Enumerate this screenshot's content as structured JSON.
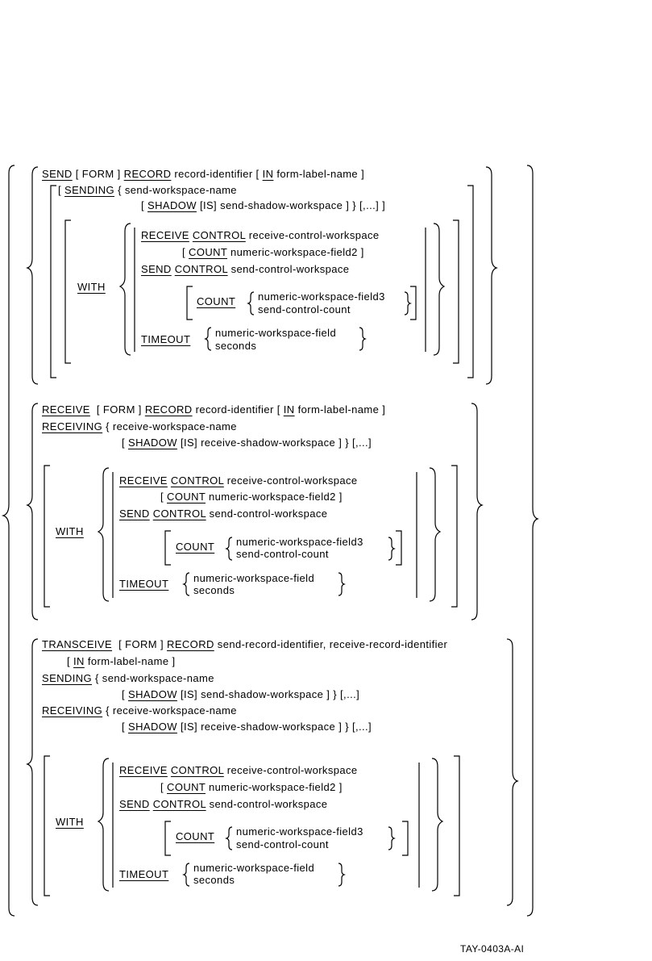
{
  "send": {
    "l1": {
      "kw_send": "SEND",
      "form": " [ FORM ] ",
      "kw_record": "RECORD",
      "rid": " record-identifier [ ",
      "kw_in": "IN",
      "fln": " form-label-name ]"
    },
    "l2": {
      "open": "[ ",
      "kw_sending": "SENDING",
      "rest": " { send-workspace-name"
    },
    "l3": {
      "open": "[ ",
      "kw_shadow": "SHADOW",
      "rest": " [IS] send-shadow-workspace ] } [,...] ]"
    },
    "l4": {
      "kw_receive": "RECEIVE",
      "kw_control": "CONTROL",
      "rest": " receive-control-workspace"
    },
    "l5": {
      "open": "[ ",
      "kw_count": "COUNT",
      "rest": " numeric-workspace-field2 ]"
    },
    "l6": {
      "kw_send": "SEND",
      "kw_control": "CONTROL",
      "rest": " send-control-workspace"
    },
    "with": "WITH",
    "count": {
      "kw": "COUNT",
      "opt1": "numeric-workspace-field3",
      "opt2": "send-control-count"
    },
    "timeout": {
      "kw": "TIMEOUT",
      "opt1": "numeric-workspace-field",
      "opt2": "seconds"
    }
  },
  "receive": {
    "l1": {
      "kw_receive": "RECEIVE",
      "form": "  [ FORM ] ",
      "kw_record": "RECORD",
      "rid": " record-identifier [ ",
      "kw_in": "IN",
      "fln": " form-label-name ]"
    },
    "l2": {
      "kw_receiving": "RECEIVING",
      "rest": " { receive-workspace-name"
    },
    "l3": {
      "open": "[ ",
      "kw_shadow": "SHADOW",
      "rest": " [IS] receive-shadow-workspace ] } [,...]"
    },
    "l4": {
      "kw_receive": "RECEIVE",
      "kw_control": "CONTROL",
      "rest": " receive-control-workspace"
    },
    "l5": {
      "open": "[ ",
      "kw_count": "COUNT",
      "rest": " numeric-workspace-field2 ]"
    },
    "l6": {
      "kw_send": "SEND",
      "kw_control": "CONTROL",
      "rest": " send-control-workspace"
    },
    "with": "WITH",
    "count": {
      "kw": "COUNT",
      "opt1": "numeric-workspace-field3",
      "opt2": "send-control-count"
    },
    "timeout": {
      "kw": "TIMEOUT",
      "opt1": "numeric-workspace-field",
      "opt2": "seconds"
    }
  },
  "transceive": {
    "l1": {
      "kw_transceive": "TRANSCEIVE",
      "form": "  [ FORM ] ",
      "kw_record": "RECORD",
      "rest": " send-record-identifier, receive-record-identifier"
    },
    "l2": {
      "open": "[ ",
      "kw_in": "IN",
      "rest": " form-label-name ]"
    },
    "l3": {
      "kw_sending": "SENDING",
      "rest": " { send-workspace-name"
    },
    "l4": {
      "open": "[ ",
      "kw_shadow": "SHADOW",
      "rest": " [IS] send-shadow-workspace ] } [,...]"
    },
    "l5": {
      "kw_receiving": "RECEIVING",
      "rest": " { receive-workspace-name"
    },
    "l6": {
      "open": "[ ",
      "kw_shadow": "SHADOW",
      "rest": " [IS] receive-shadow-workspace ] } [,...]"
    },
    "l7": {
      "kw_receive": "RECEIVE",
      "kw_control": "CONTROL",
      "rest": " receive-control-workspace"
    },
    "l8": {
      "open": "[ ",
      "kw_count": "COUNT",
      "rest": " numeric-workspace-field2 ]"
    },
    "l9": {
      "kw_send": "SEND",
      "kw_control": "CONTROL",
      "rest": " send-control-workspace"
    },
    "with": "WITH",
    "count": {
      "kw": "COUNT",
      "opt1": "numeric-workspace-field3",
      "opt2": "send-control-count"
    },
    "timeout": {
      "kw": "TIMEOUT",
      "opt1": "numeric-workspace-field",
      "opt2": "seconds"
    }
  },
  "brace_left_glyph": "{",
  "brace_right_glyph": "}",
  "figure_id": "TAY-0403A-AI"
}
